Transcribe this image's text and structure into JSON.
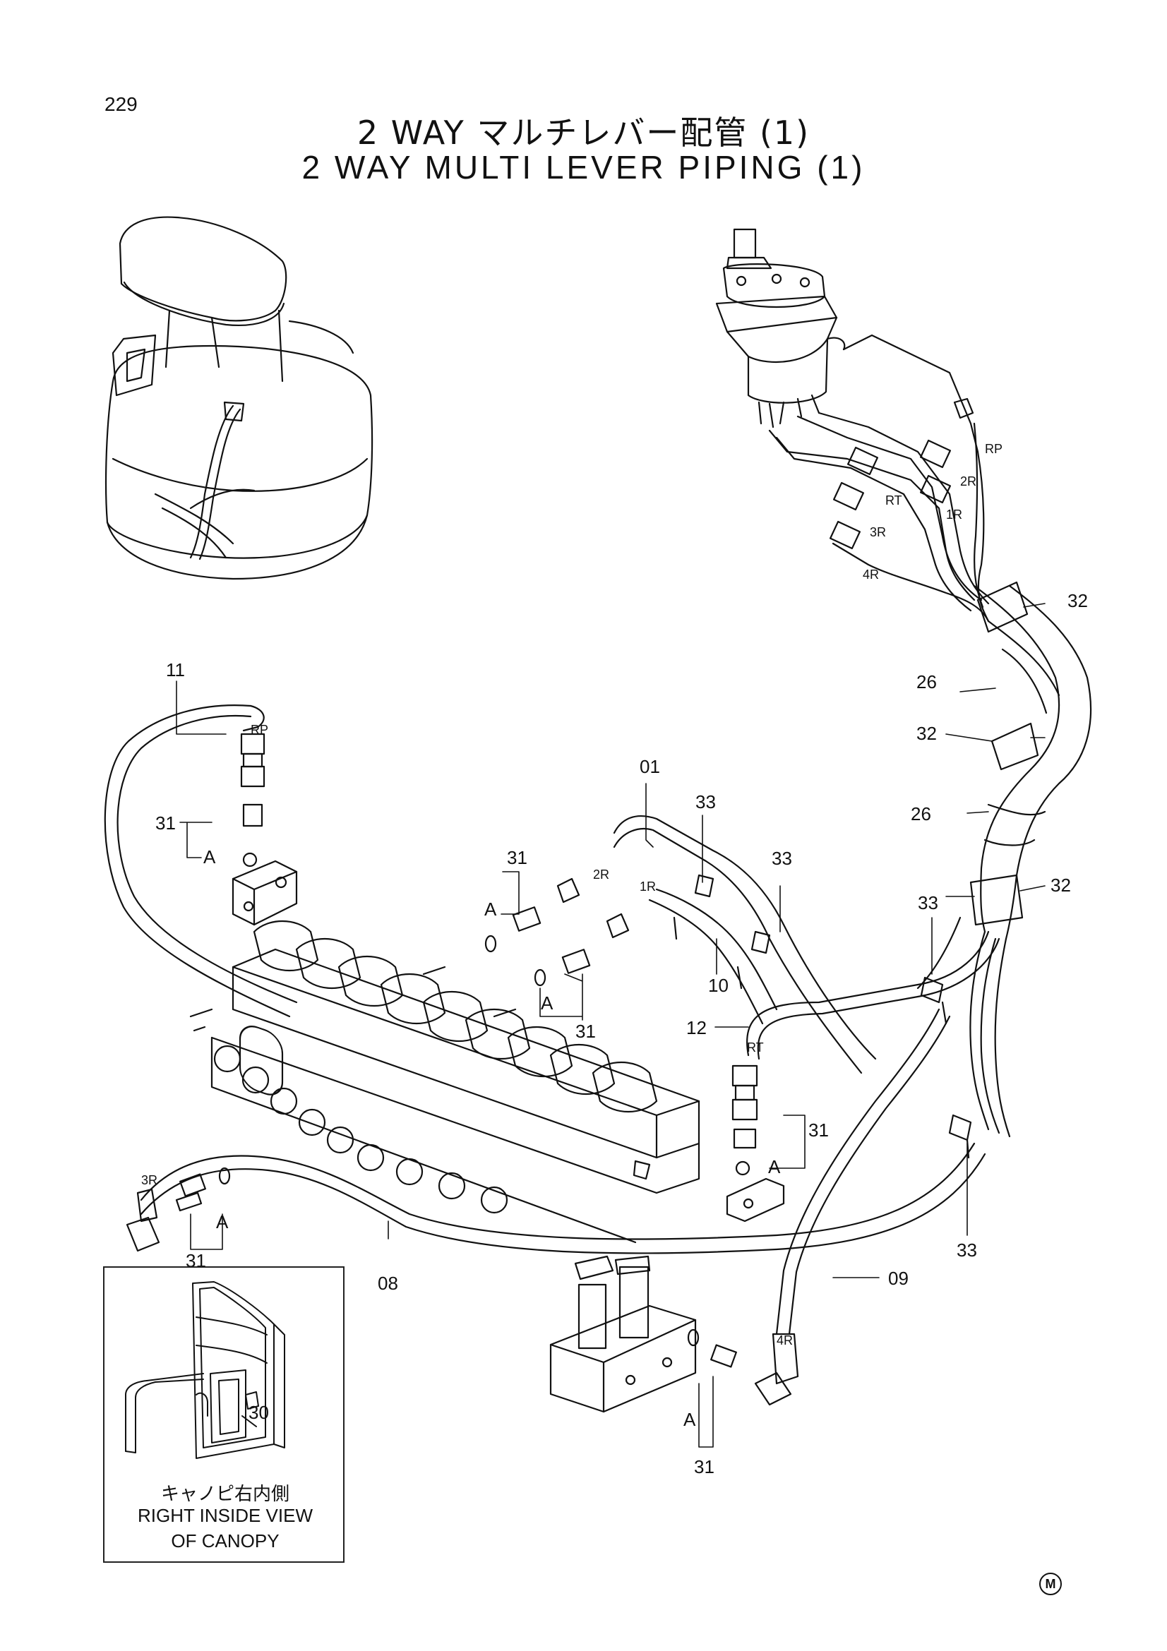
{
  "page_number": "229",
  "title_jp": "2 WAY マルチレバー配管 (1)",
  "title_en": "2 WAY MULTI LEVER PIPING (1)",
  "callouts": {
    "c01": "01",
    "c08": "08",
    "c09": "09",
    "c10": "10",
    "c11": "11",
    "c12": "12",
    "c26a": "26",
    "c26b": "26",
    "c30": "30",
    "c31a": "31",
    "c31b": "31",
    "c31c": "31",
    "c31d": "31",
    "c31e": "31",
    "c31f": "31",
    "c32a": "32",
    "c32b": "32",
    "c32c": "32",
    "c33a": "33",
    "c33b": "33",
    "c33c": "33",
    "c33d": "33"
  },
  "detail_marks": {
    "a1": "A",
    "a2": "A",
    "a3": "A",
    "a4": "A",
    "a5": "A",
    "a6": "A"
  },
  "port_labels": {
    "rp_top": "RP",
    "r2_top": "2R",
    "r1_top": "1R",
    "rt_top": "RT",
    "r3_top": "3R",
    "r4_top": "4R",
    "rp_low": "RP",
    "r2_low": "2R",
    "r1_low": "1R",
    "rt_low": "RT",
    "r3_low": "3R",
    "r4_low": "4R"
  },
  "inset": {
    "caption_jp": "キャノピ右内側",
    "caption_en_1": "RIGHT INSIDE VIEW",
    "caption_en_2": "OF CANOPY"
  },
  "corner_mark": "M"
}
